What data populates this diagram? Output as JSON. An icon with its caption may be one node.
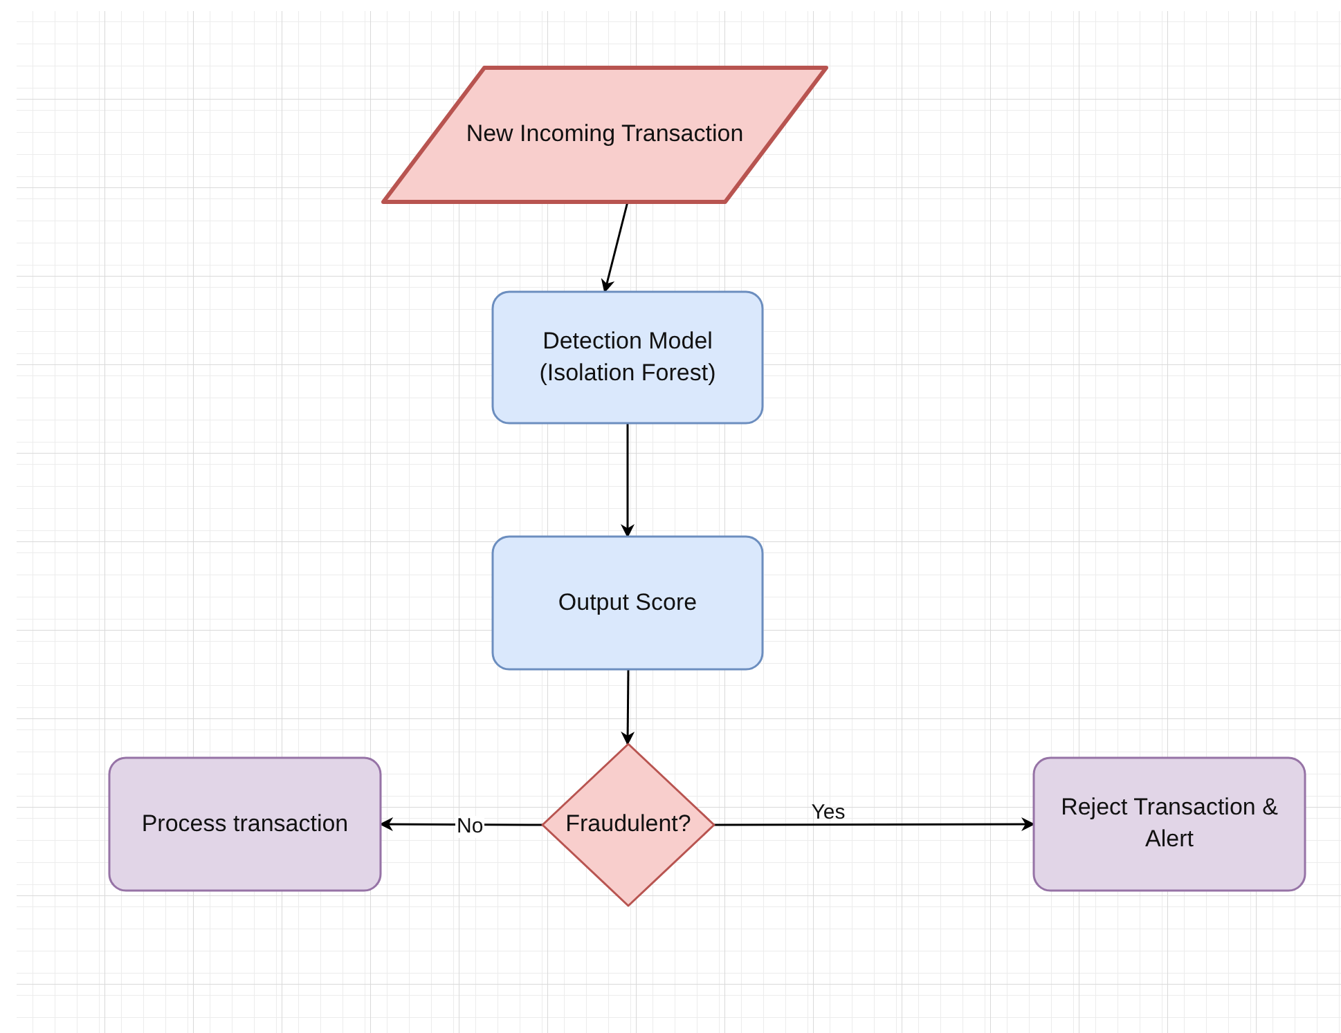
{
  "diagram": {
    "nodes": [
      {
        "text": [
          "New Incoming Transaction"
        ]
      },
      {
        "text": [
          "Detection Model (Isolation Forest)"
        ]
      },
      {
        "text": [
          "Output Score"
        ]
      },
      {
        "text": [
          "Fraudulent?"
        ]
      },
      {
        "text": [
          "Process transaction"
        ]
      },
      {
        "text": [
          "Reject Transaction & Alert"
        ]
      }
    ],
    "edges": [
      {
        "from": 0,
        "to": 1,
        "arrow": "to"
      },
      {
        "from": 1,
        "to": 2,
        "arrow": "to"
      },
      {
        "from": 2,
        "to": 3,
        "arrow": "to"
      },
      {
        "from": 3,
        "to": 4,
        "arrow": "to",
        "label": "No"
      },
      {
        "from": 3,
        "to": 5,
        "arrow": "to",
        "label": "Yes"
      }
    ]
  }
}
